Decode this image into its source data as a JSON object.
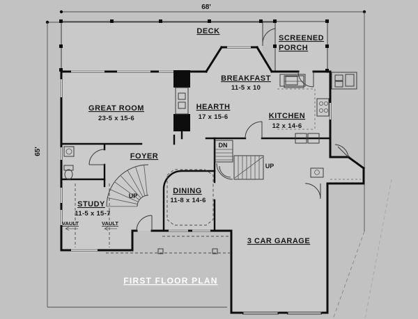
{
  "title": {
    "text": "FIRST FLOOR PLAN"
  },
  "dims": {
    "width": "68'",
    "height": "65'"
  },
  "rooms": {
    "deck": {
      "name": "DECK"
    },
    "screened_porch": {
      "line1": "SCREENED",
      "line2": "PORCH"
    },
    "breakfast": {
      "name": "BREAKFAST",
      "size": "11-5 x 10"
    },
    "great_room": {
      "name": "GREAT ROOM",
      "size": "23-5 x 15-6"
    },
    "hearth": {
      "name": "HEARTH",
      "size": "17 x 15-6"
    },
    "kitchen": {
      "name": "KITCHEN",
      "size": "12 x 14-6"
    },
    "foyer": {
      "name": "FOYER"
    },
    "dining": {
      "name": "DINING",
      "size": "11-8 x 14-6"
    },
    "study": {
      "name": "STUDY",
      "size": "11-5 x 15-7"
    },
    "garage": {
      "name": "3 CAR GARAGE"
    }
  },
  "stairs": {
    "dn": "DN",
    "up_back": "UP",
    "up_foyer": "UP"
  },
  "ceiling": {
    "vault_left": "VAULT",
    "vault_right": "VAULT"
  },
  "colors": {
    "background": "#c2c2c2",
    "floor": "#cbcbcb",
    "wall": "#0d0d0d",
    "title_text": "#ffffff"
  }
}
